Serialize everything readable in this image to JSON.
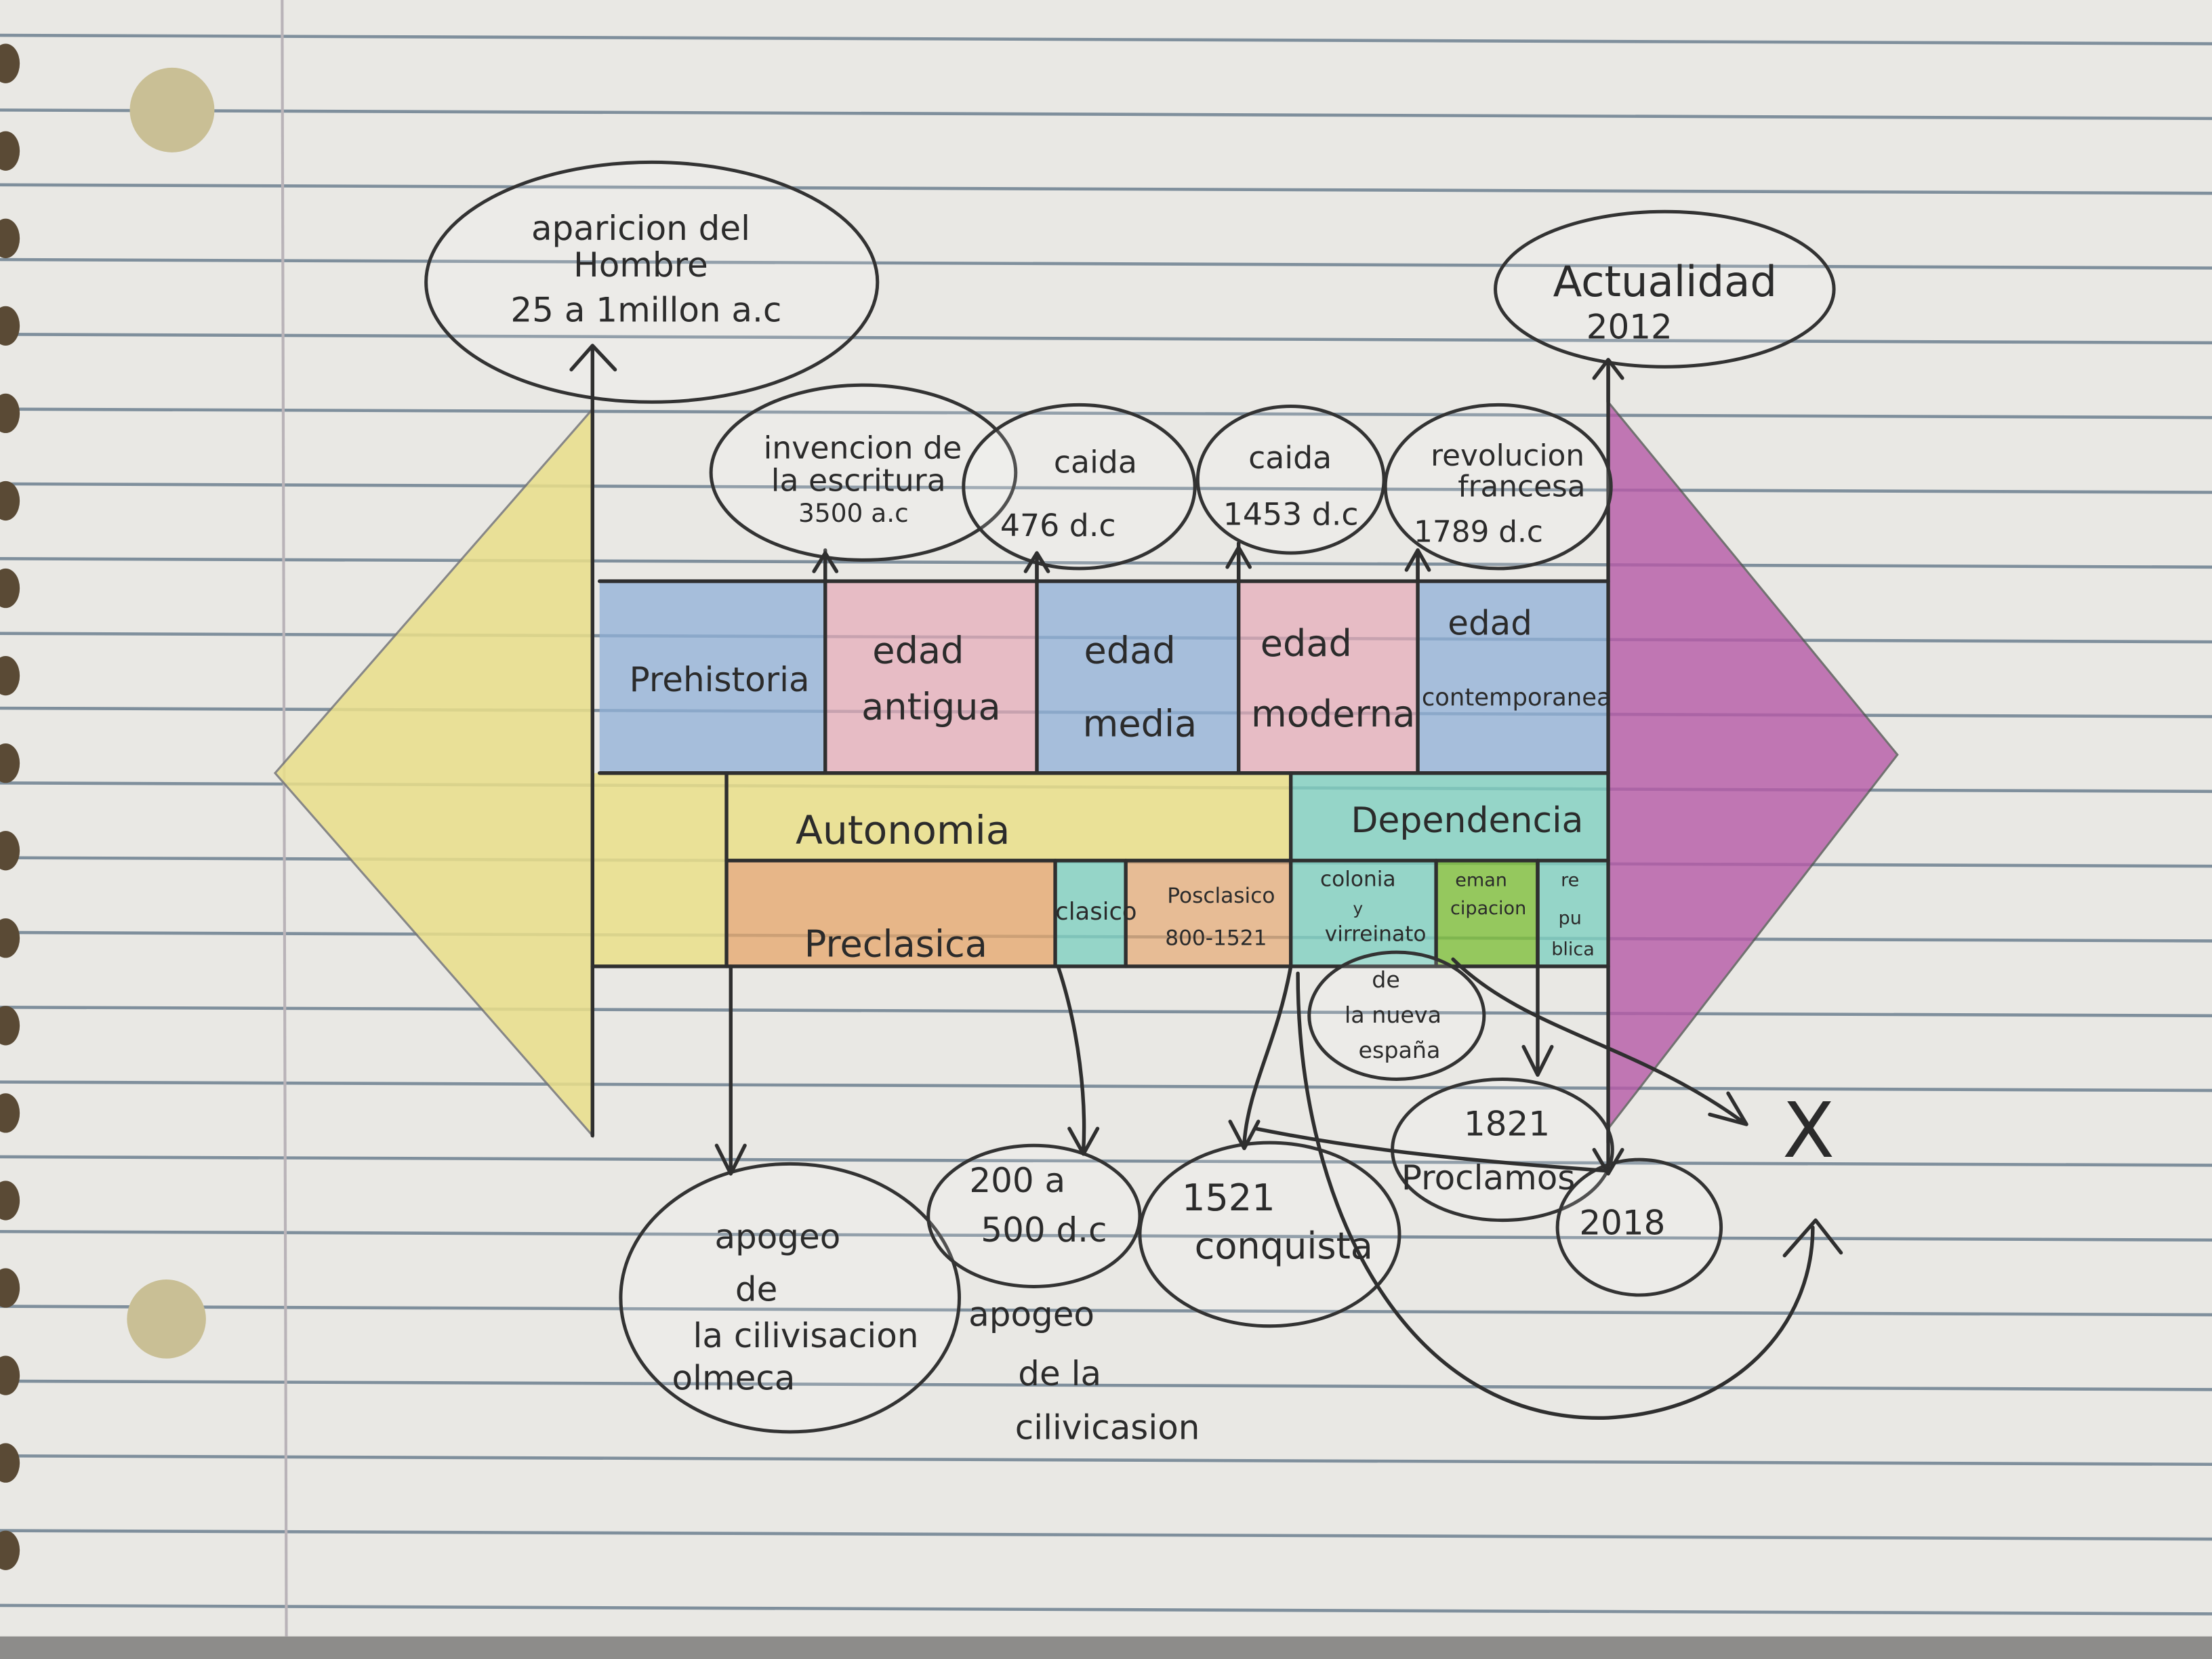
{
  "colors": {
    "paper": "#e9e8e4",
    "rule_line": "#7f8f9c",
    "margin_line": "#b9b3b8",
    "yellow": "#eadf8a",
    "blue": "#8fb0d8",
    "pink": "#e6a9b8",
    "purple": "#b75aa8",
    "teal": "#7fcfc0",
    "orange": "#e6a56a",
    "green": "#7fbf3c"
  },
  "top_events": {
    "origin": {
      "lines": [
        "aparicion del",
        "Hombre",
        "25 a 1millon a.c"
      ]
    },
    "writing": {
      "lines": [
        "invencion de",
        "la escritura",
        "3500 a.c"
      ]
    },
    "fall_rome": {
      "lines": [
        "caida",
        "476 d.c"
      ]
    },
    "fall_constantinople": {
      "lines": [
        "caida",
        "1453 d.c"
      ]
    },
    "french_revolution": {
      "lines": [
        "revolucion",
        "francesa",
        "1789 d.c"
      ]
    },
    "present": {
      "lines": [
        "Actualidad",
        "2012"
      ]
    }
  },
  "ages": [
    {
      "lines": [
        "Prehistoria"
      ]
    },
    {
      "lines": [
        "edad",
        "antigua"
      ]
    },
    {
      "lines": [
        "edad",
        "media"
      ]
    },
    {
      "lines": [
        "edad",
        "moderna"
      ]
    },
    {
      "lines": [
        "edad",
        "contemporanea"
      ]
    }
  ],
  "mexico": {
    "autonomia": "Autonomia",
    "dependencia": "Dependencia",
    "periods": [
      {
        "lines": [
          "Preclasica"
        ]
      },
      {
        "lines": [
          "clasico"
        ]
      },
      {
        "lines": [
          "Posclasico",
          "800-1521"
        ]
      },
      {
        "lines": [
          "colonia",
          "y",
          "virreinato"
        ]
      },
      {
        "lines": [
          "eman",
          "cipacion"
        ]
      },
      {
        "lines": [
          "re",
          "pu",
          "blica"
        ]
      }
    ],
    "colonia_extra": [
      "de",
      "la nueva",
      "españa"
    ]
  },
  "bottom_events": {
    "olmeca": {
      "lines": [
        "apogeo",
        "de",
        "la cilivisacion",
        "olmeca"
      ]
    },
    "clasico_dates": {
      "lines": [
        "200 a",
        "500 d.c"
      ]
    },
    "apogeo2": {
      "lines": [
        "apogeo",
        "de la",
        "cilivicasion"
      ]
    },
    "conquista": {
      "lines": [
        "1521",
        "conquista"
      ]
    },
    "proclamos": {
      "lines": [
        "1821",
        "Proclamos"
      ]
    },
    "year_2018": {
      "lines": [
        "2018"
      ]
    },
    "x_mark": "X"
  }
}
